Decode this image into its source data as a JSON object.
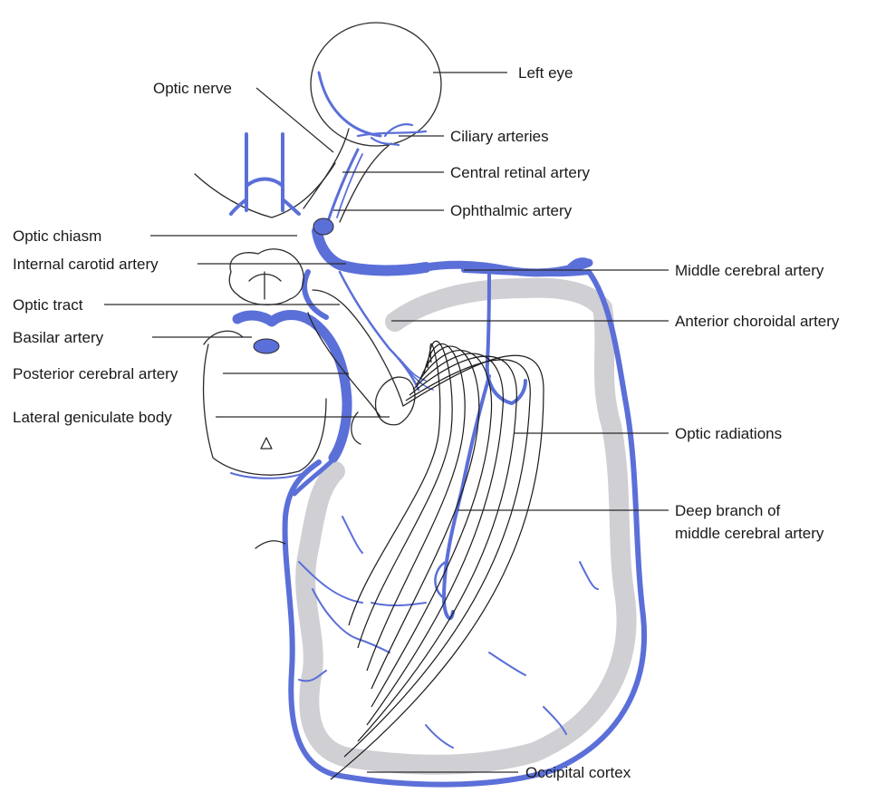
{
  "colors": {
    "artery": "#5b6fd8",
    "cortex": "#cfcfd4",
    "outline": "#2a2a2a",
    "text": "#1a1a1a"
  },
  "labels": {
    "left_eye": "Left eye",
    "optic_nerve": "Optic nerve",
    "ciliary_arteries": "Ciliary arteries",
    "central_retinal_artery": "Central retinal artery",
    "ophthalmic_artery": "Ophthalmic artery",
    "optic_chiasm": "Optic chiasm",
    "internal_carotid_artery": "Internal carotid artery",
    "middle_cerebral_artery": "Middle cerebral artery",
    "optic_tract": "Optic tract",
    "anterior_choroidal_artery": "Anterior choroidal artery",
    "basilar_artery": "Basilar artery",
    "posterior_cerebral_artery": "Posterior cerebral artery",
    "lateral_geniculate_body": "Lateral geniculate body",
    "optic_radiations": "Optic radiations",
    "deep_branch_line1": "Deep branch of",
    "deep_branch_line2": "middle cerebral artery",
    "occipital_cortex": "Occipital cortex"
  }
}
